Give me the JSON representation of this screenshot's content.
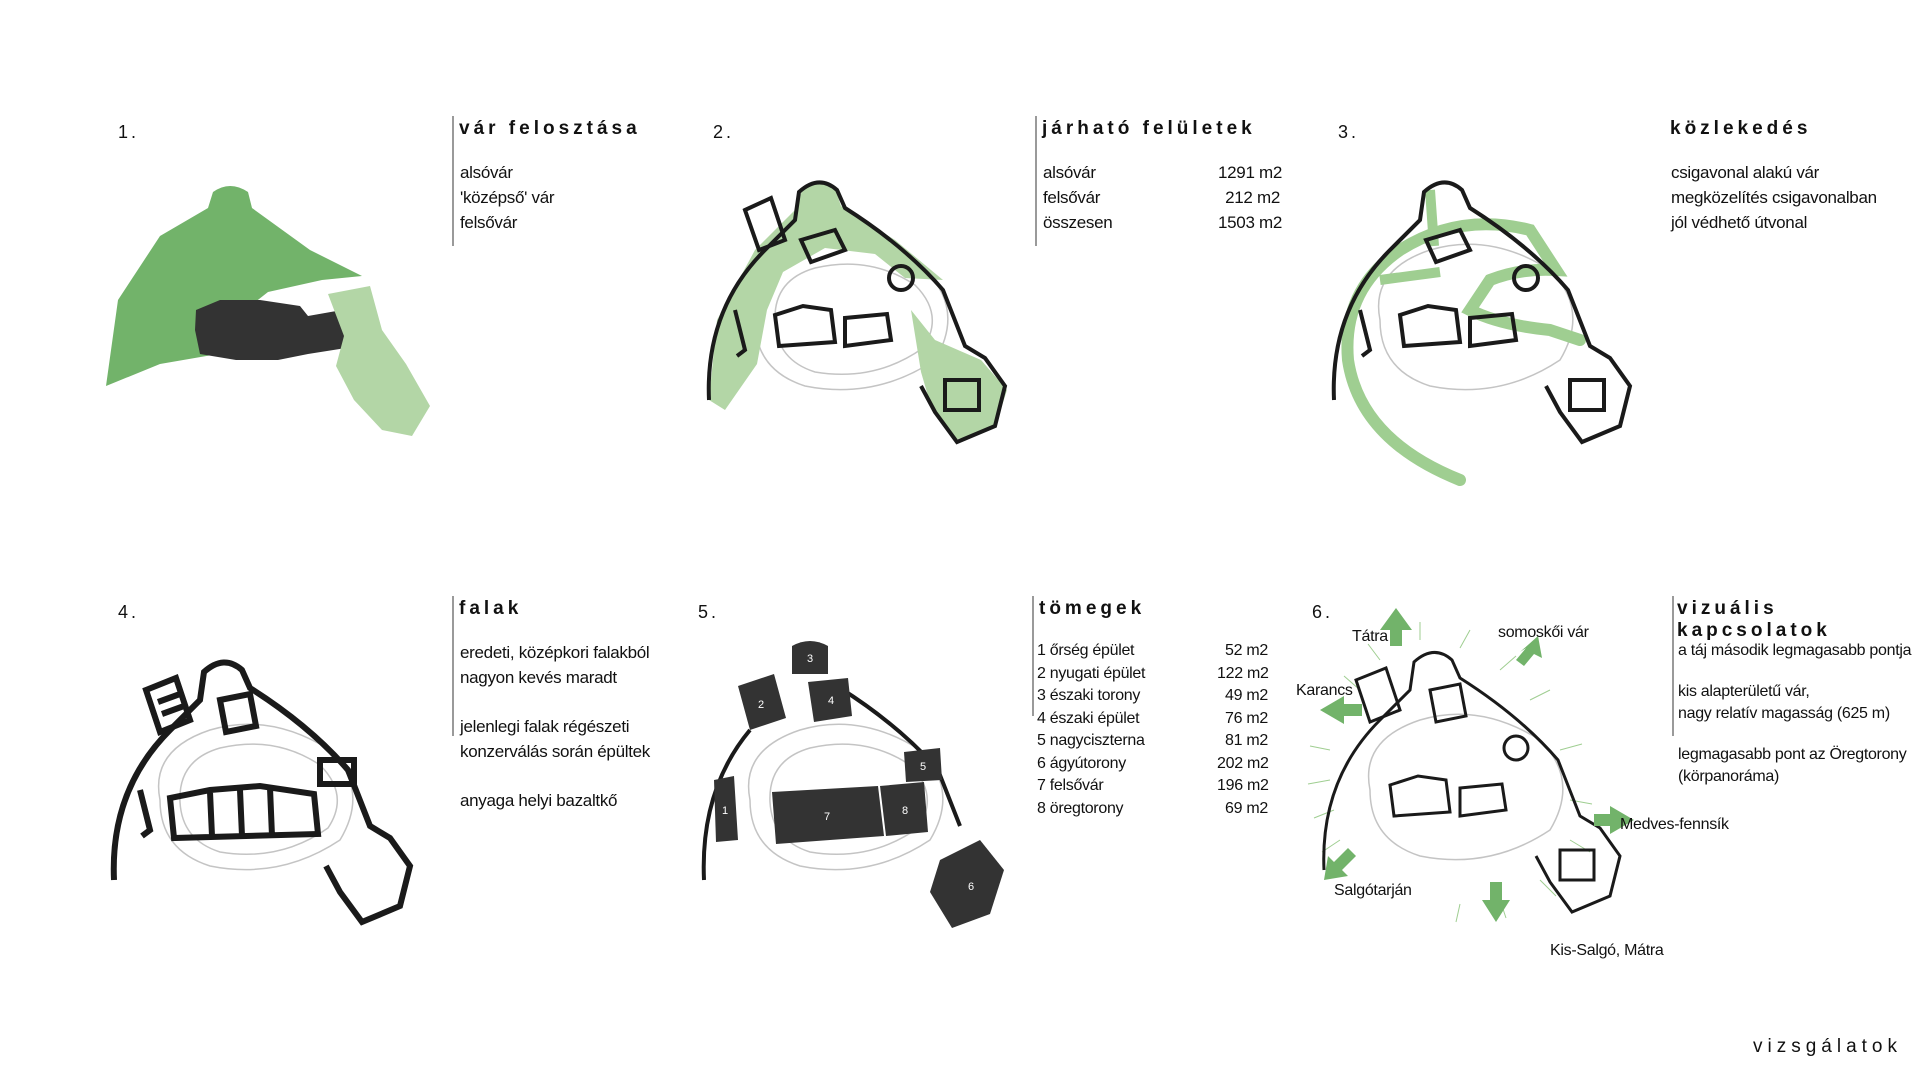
{
  "panels": [
    {
      "number": "1.",
      "title": "vár felosztása",
      "lines": [
        "alsóvár",
        "'középső' vár",
        "felsővár"
      ]
    },
    {
      "number": "2.",
      "title": "járható felületek",
      "rows": [
        {
          "label": "alsóvár",
          "value": "1291 m2"
        },
        {
          "label": "felsővár",
          "value": "212 m2"
        },
        {
          "label": "összesen",
          "value": "1503 m2"
        }
      ]
    },
    {
      "number": "3.",
      "title": "közlekedés",
      "lines": [
        "csigavonal alakú vár",
        "megközelítés csigavonalban",
        "jól védhető útvonal"
      ]
    },
    {
      "number": "4.",
      "title": "falak",
      "lines": [
        "eredeti, középkori falakból",
        "nagyon kevés maradt",
        "jelenlegi falak régészeti",
        "konzerválás során épültek",
        "anyaga helyi bazaltkő"
      ]
    },
    {
      "number": "5.",
      "title": "tömegek",
      "rows": [
        {
          "label": "1 őrség épület",
          "value": "52 m2"
        },
        {
          "label": "2 nyugati épület",
          "value": "122 m2"
        },
        {
          "label": "3 északi torony",
          "value": "49 m2"
        },
        {
          "label": "4 északi épület",
          "value": "76 m2"
        },
        {
          "label": "5 nagyciszterna",
          "value": "81 m2"
        },
        {
          "label": "6 ágyútorony",
          "value": "202 m2"
        },
        {
          "label": "7 felsővár",
          "value": "196 m2"
        },
        {
          "label": "8 öregtorony",
          "value": "69 m2"
        }
      ],
      "mass_numbers": [
        "1",
        "2",
        "3",
        "4",
        "5",
        "6",
        "7",
        "8"
      ]
    },
    {
      "number": "6.",
      "title": "vizuális kapcsolatok",
      "lines": [
        "a táj második legmagasabb pontja",
        "kis alapterületű vár,",
        "nagy relatív magasság (625 m)",
        "legmagasabb pont az Öregtorony",
        "(körpanoráma)"
      ],
      "directions": [
        "Tátra",
        "somoskői vár",
        "Karancs",
        "Medves-fennsík",
        "Salgótarján",
        "Kis-Salgó, Mátra"
      ]
    }
  ],
  "footer": "vizsgálatok",
  "colors": {
    "green_dark": "#72b36a",
    "green_light": "#b3d6a6",
    "mass": "#333333",
    "wall": "#1a1a1a",
    "contour": "#c4c4c4"
  }
}
